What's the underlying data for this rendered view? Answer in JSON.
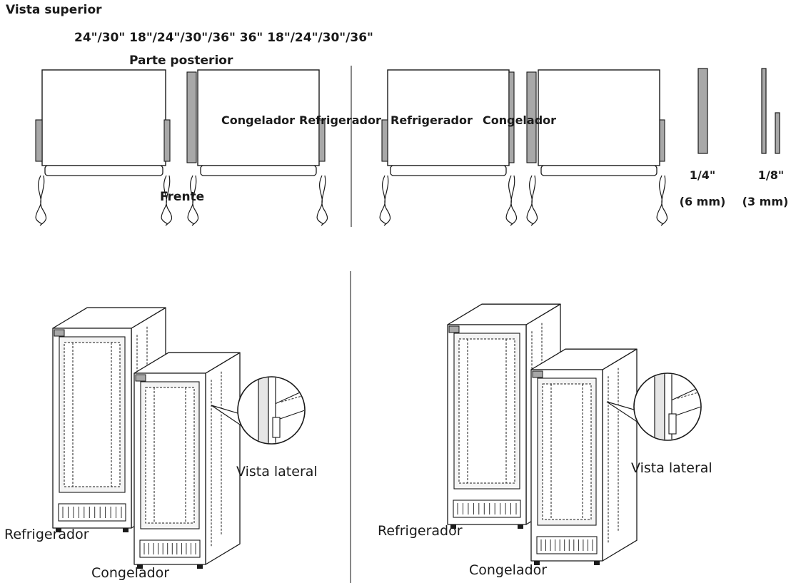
{
  "top_view": {
    "title": "Vista superior",
    "dimension_labels": "24\"/30\" 18\"/24\"/30\"/36\" 36\" 18\"/24\"/30\"/36\"",
    "rear_label": "Parte posterior",
    "front_label": "Frente",
    "left_pair": {
      "freezer_label": "Congelador",
      "refrigerator_label": "Refrigerador"
    },
    "right_pair": {
      "refrigerator_label": "Refrigerador",
      "freezer_label": "Congelador"
    }
  },
  "spacers": [
    {
      "size_inches": "1/4\"",
      "size_mm": "(6 mm)"
    },
    {
      "size_inches": "1/8\"",
      "size_mm": "(3 mm)"
    }
  ],
  "side_view": {
    "left": {
      "refrigerator_label": "Refrigerador",
      "freezer_label": "Congelador",
      "detail_label": "Vista lateral"
    },
    "right": {
      "refrigerator_label": "Refrigerador",
      "freezer_label": "Congelador",
      "detail_label": "Vista lateral"
    }
  },
  "colors": {
    "line": "#1a1a1a",
    "panel_fill": "#ffffff",
    "spacer_fill": "#a8a8a8",
    "divider": "#555555"
  }
}
